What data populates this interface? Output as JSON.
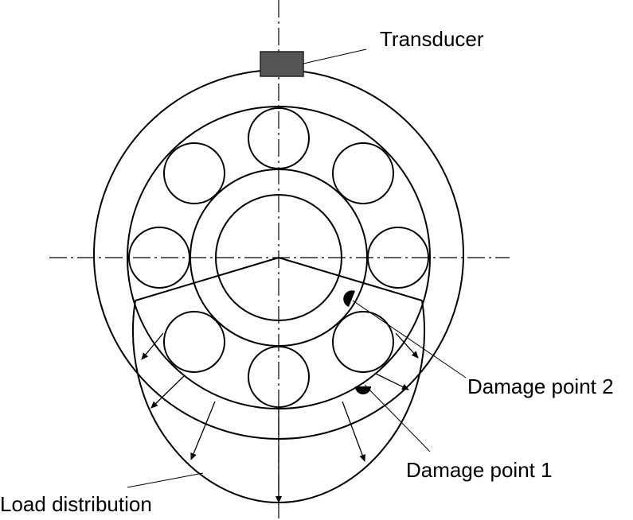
{
  "labels": {
    "transducer": "Transducer",
    "damage_point_2": "Damage point 2",
    "damage_point_1": "Damage point 1",
    "load_distribution": "Load distribution"
  },
  "colors": {
    "line": "#000000",
    "transducer_fill": "#555555",
    "background": "#ffffff"
  }
}
